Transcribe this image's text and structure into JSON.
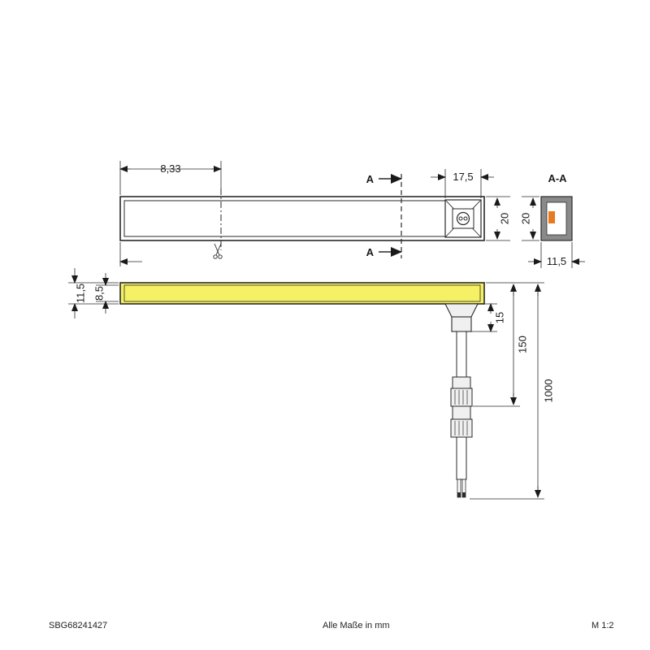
{
  "drawing": {
    "top_view": {
      "dim_cut_distance": "8,33",
      "dim_connector_width": "17,5",
      "dim_height": "20",
      "section_mark_top": "A",
      "section_mark_bottom": "A"
    },
    "section_view": {
      "title": "A-A",
      "dim_height": "20",
      "dim_width": "11,5"
    },
    "side_view": {
      "dim_total_height": "11,5",
      "dim_light_height": "8,5",
      "dim_connector_length": "15",
      "dim_cable_to_connector": "150",
      "dim_cable_total": "1000"
    },
    "colors": {
      "line": "#2a2a2a",
      "profile": "#8a8a8a",
      "led_diffuser": "#f5f064",
      "led_chip": "#e8791e",
      "connector_fill": "#f0f0f0"
    }
  },
  "footer": {
    "article_code": "SBG68241427",
    "units_note": "Alle Maße in mm",
    "scale": "M 1:2"
  }
}
